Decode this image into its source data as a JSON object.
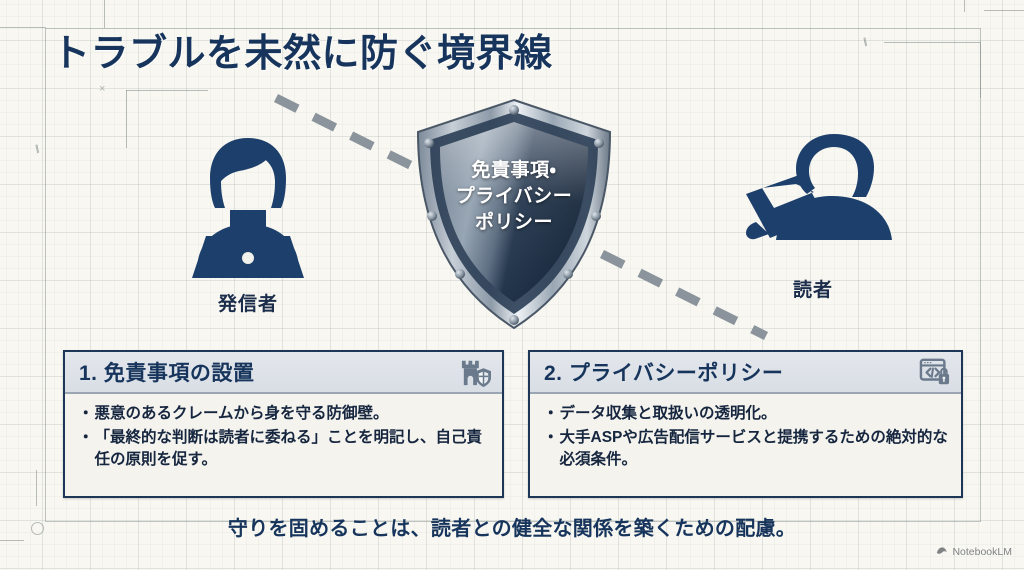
{
  "title": "トラブルを未然に防ぐ境界線",
  "shield": {
    "line1": "免責事項・",
    "line2": "プライバシー",
    "line3": "ポリシー"
  },
  "people": {
    "left": {
      "label": "発信者",
      "icon": "woman-with-laptop-icon"
    },
    "right": {
      "label": "読者",
      "icon": "person-with-tablet-icon"
    }
  },
  "cards": [
    {
      "heading": "1. 免責事項の設置",
      "icon": "castle-shield-icon",
      "bullets": [
        {
          "marker": "・",
          "text": "悪意のあるクレームから身を守る防御壁。"
        },
        {
          "marker": "・",
          "text": "「最終的な判断は読者に委ねる」ことを明記し、自己責任の原則を促す。"
        }
      ]
    },
    {
      "heading": "2. プライバシーポリシー",
      "icon": "browser-lock-icon",
      "bullets": [
        {
          "marker": "・",
          "text": "データ収集と取扱いの透明化。"
        },
        {
          "marker": "・",
          "text": "大手ASPや広告配信サービスと提携するための絶対的な必須条件。"
        }
      ]
    }
  ],
  "footer": "守りを固めることは、読者との健全な関係を築くための配慮。",
  "watermark": {
    "label": "NotebookLM",
    "icon": "notebooklm-logo-icon"
  },
  "colors": {
    "background": "#f8f7f1",
    "navy": "#17355c",
    "figure_navy": "#1d3f6b",
    "card_border": "#1d3557",
    "card_header": "#dfe4ea",
    "dash_gray": "#8b949c"
  },
  "marks": {
    "x_glyph": "×",
    "hatch_glyph": "//"
  }
}
